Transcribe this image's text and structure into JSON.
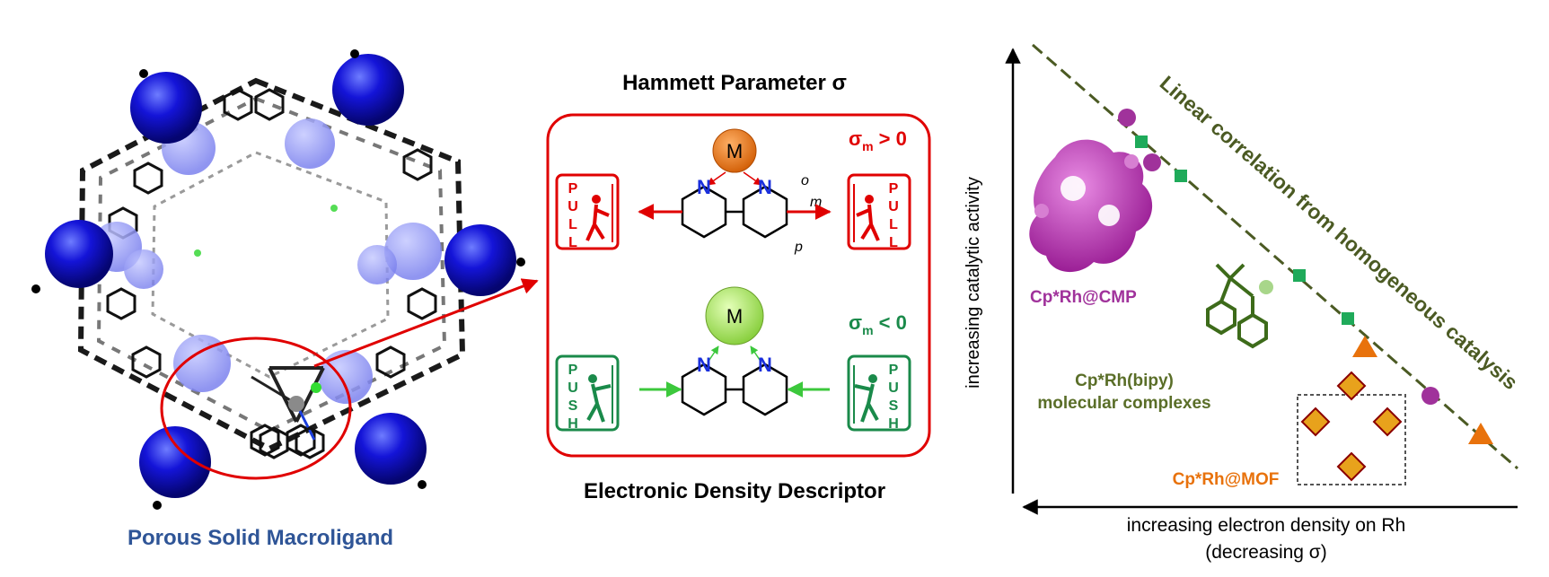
{
  "left_panel": {
    "caption": "Porous Solid Macroligand"
  },
  "middle_panel": {
    "title": "Hammett Parameter σ",
    "footer": "Electronic Density Descriptor",
    "top_row": {
      "metal": "M",
      "sigma_label": "σ",
      "sigma_sub": "m",
      "sigma_rel": " > 0",
      "sign_letters": [
        "P",
        "U",
        "L",
        "L"
      ],
      "positions": [
        "o",
        "m",
        "p"
      ],
      "ring_atom": "N"
    },
    "bottom_row": {
      "metal": "M",
      "sigma_label": "σ",
      "sigma_sub": "m",
      "sigma_rel": " < 0",
      "sign_letters": [
        "P",
        "U",
        "S",
        "H"
      ],
      "ring_atom": "N"
    }
  },
  "right_panel": {
    "y_axis_label": "increasing catalytic activity",
    "x_axis_label": "increasing electron density on Rh",
    "x_axis_sub": "(decreasing σ)",
    "trend_label": "Linear correlation from homogeneous catalysis",
    "labels": {
      "cmp": "Cp*Rh@CMP",
      "bipy_line1": "Cp*Rh(bipy)",
      "bipy_line2": "molecular complexes",
      "mof": "Cp*Rh@MOF"
    },
    "colors": {
      "cmp": "#a0329b",
      "bipy": "#5a6e28",
      "mof": "#e8720c",
      "square": "#1faa5a",
      "trend": "#4b5a23"
    }
  }
}
